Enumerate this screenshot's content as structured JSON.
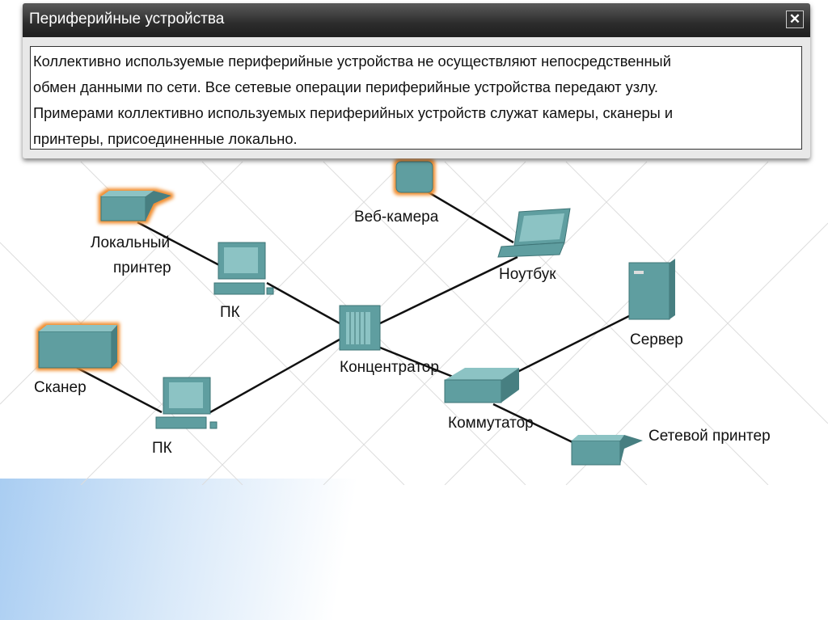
{
  "dialog": {
    "title": "Периферийные устройства",
    "close_icon": "close-icon",
    "text_lines": [
      "Коллективно используемые периферийные устройства не осуществляют непосредственный",
      "обмен данными по сети. Все сетевые операции периферийные устройства передают узлу.",
      "Примерами коллективно используемых периферийных устройств служат камеры, сканеры и",
      "принтеры, присоединенные локально."
    ]
  },
  "diagram": {
    "labels": {
      "webcam": "Веб-камера",
      "local_printer_1": "Локальный",
      "local_printer_2": "принтер",
      "pc1": "ПК",
      "hub": "Концентратор",
      "laptop": "Ноутбук",
      "server": "Сервер",
      "scanner": "Сканер",
      "pc2": "ПК",
      "switch": "Коммутатор",
      "network_printer": "Сетевой принтер"
    }
  },
  "colors": {
    "device": "#5f9ea0",
    "highlight": "#f08c2c",
    "title_bar": "#2c2c2c"
  }
}
